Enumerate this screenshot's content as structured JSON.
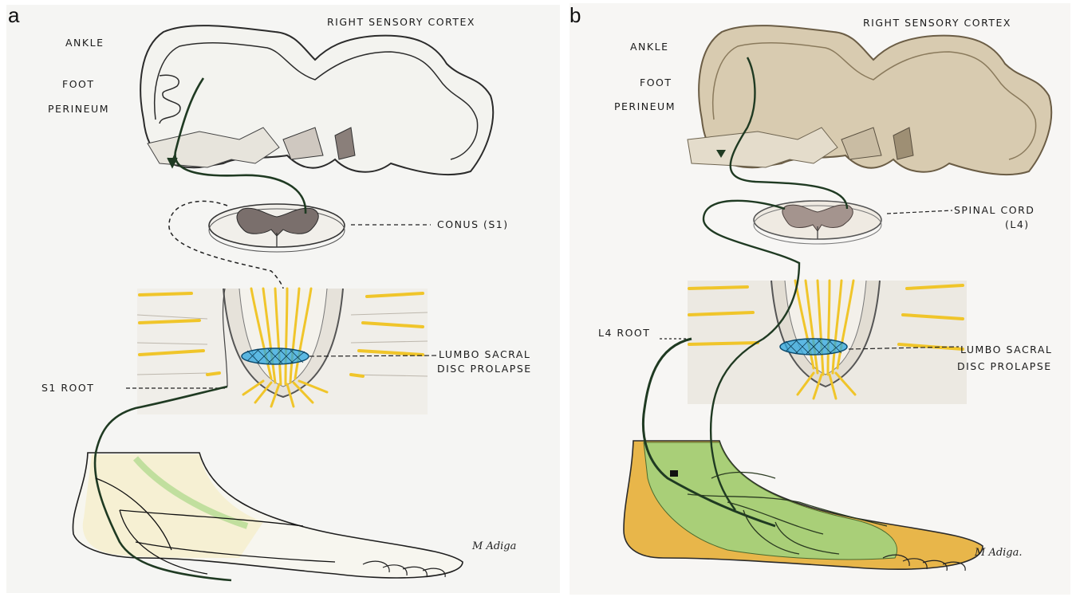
{
  "panel_a": {
    "letter": "a",
    "title": "RIGHT SENSORY CORTEX",
    "labels": {
      "ankle": "ANKLE",
      "foot": "FOOT",
      "perineum": "PERINEUM",
      "conus": "CONUS (S1)",
      "disc_line1": "LUMBO SACRAL",
      "disc_line2": "DISC PROLAPSE",
      "root": "S1 ROOT"
    },
    "signature": "M Adiga"
  },
  "panel_b": {
    "letter": "b",
    "title": "RIGHT SENSORY CORTEX",
    "labels": {
      "ankle": "ANKLE",
      "foot": "FOOT",
      "perineum": "PERINEUM",
      "cord_line1": "SPINAL CORD",
      "cord_line2": "(L4)",
      "disc_line1": "LUMBO SACRAL",
      "disc_line2": "DISC PROLAPSE",
      "root": "L4 ROOT"
    },
    "signature": "M Adiga."
  },
  "colors": {
    "cortex_a": "#f3f3ef",
    "cortex_b": "#d8cbb0",
    "grey_matter": "#7a6f6c",
    "nerve_yellow": "#f0c52a",
    "disc_blue": "#2aa6e0",
    "foot_green": "#a9cf78",
    "foot_orange": "#e8b64a",
    "pathway": "#1f3a22"
  }
}
